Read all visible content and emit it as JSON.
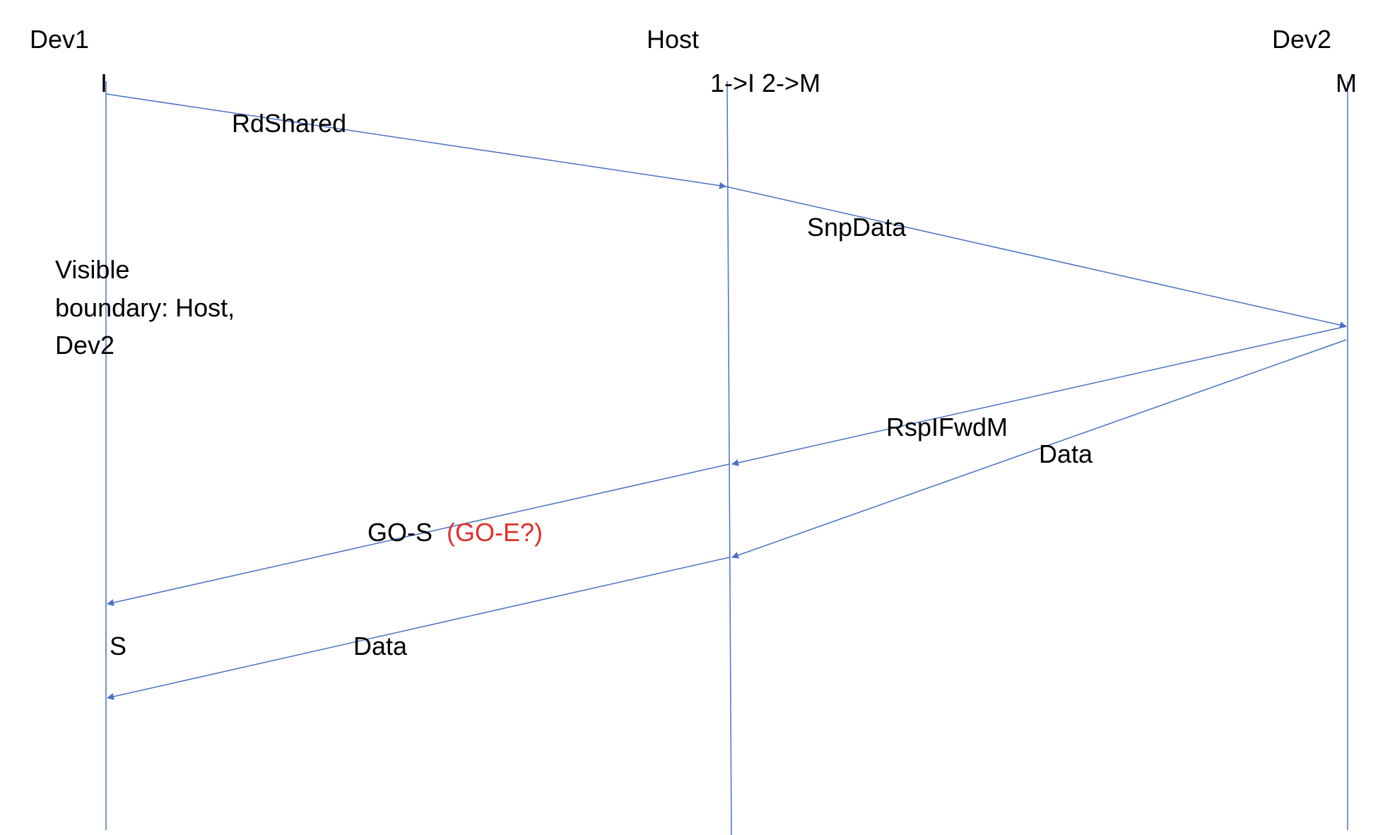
{
  "colors": {
    "line": "#4A72C4",
    "text": "#000000",
    "note_red": "#E0312B",
    "background": "#FFFFFF"
  },
  "participants": [
    {
      "id": "dev1",
      "name": "Dev1",
      "initial_state": "I",
      "final_state": "S"
    },
    {
      "id": "host",
      "name": "Host",
      "initial_state": "1->I 2->M"
    },
    {
      "id": "dev2",
      "name": "Dev2",
      "initial_state": "M"
    }
  ],
  "messages": [
    {
      "id": "rdshared",
      "from": "Dev1",
      "to": "Host",
      "label": "RdShared"
    },
    {
      "id": "snpdata",
      "from": "Host",
      "to": "Dev2",
      "label": "SnpData"
    },
    {
      "id": "rspifwdm",
      "from": "Dev2",
      "to": "Host",
      "label": "RspIFwdM"
    },
    {
      "id": "data-dev2-host",
      "from": "Dev2",
      "to": "Host",
      "label": "Data"
    },
    {
      "id": "go-s",
      "from": "Host",
      "to": "Dev1",
      "label": "GO-S",
      "note": "(GO-E?)"
    },
    {
      "id": "data-host-dev1",
      "from": "Host",
      "to": "Dev1",
      "label": "Data"
    }
  ],
  "note": {
    "lines": [
      "Visible",
      "boundary: Host,",
      "Dev2"
    ]
  }
}
